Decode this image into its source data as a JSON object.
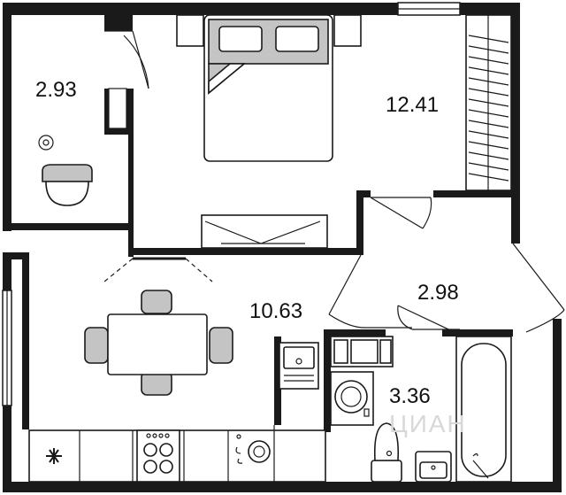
{
  "floor_plan": {
    "rooms": [
      {
        "id": "bathroom-top",
        "area": "2.93"
      },
      {
        "id": "bedroom",
        "area": "12.41"
      },
      {
        "id": "hallway",
        "area": "2.98"
      },
      {
        "id": "kitchen-living",
        "area": "10.63"
      },
      {
        "id": "bathroom-main",
        "area": "3.36"
      }
    ],
    "watermark": "ЦИАН",
    "colors": {
      "walls": "#1a1a1a",
      "furniture_fill": "#c4c4c4",
      "background": "#ffffff"
    },
    "icons": [
      "bed-icon",
      "wardrobe-icon",
      "tv-stand-icon",
      "dining-table-icon",
      "kitchen-sink-icon",
      "stove-icon",
      "washing-machine-icon",
      "toilet-icon",
      "bathtub-icon",
      "washbasin-icon"
    ]
  }
}
